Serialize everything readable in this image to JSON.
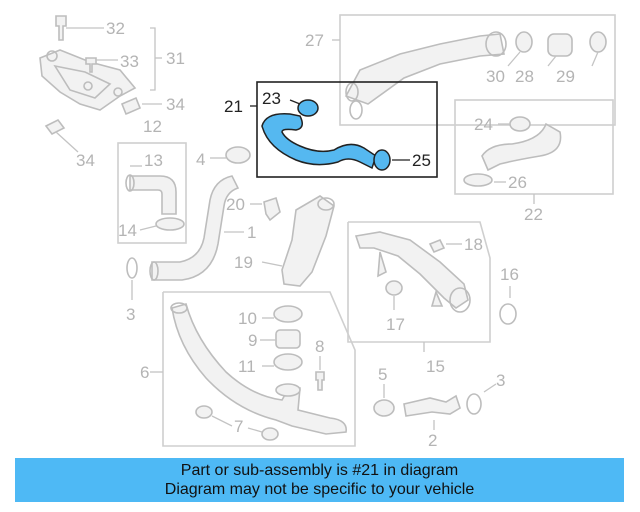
{
  "callouts": {
    "n1": "1",
    "n2": "2",
    "n3a": "3",
    "n3b": "3",
    "n4": "4",
    "n5": "5",
    "n6": "6",
    "n7": "7",
    "n8": "8",
    "n9": "9",
    "n10": "10",
    "n11": "11",
    "n12": "12",
    "n13": "13",
    "n14": "14",
    "n15": "15",
    "n16": "16",
    "n17": "17",
    "n18": "18",
    "n19": "19",
    "n20": "20",
    "n21": "21",
    "n22": "22",
    "n23": "23",
    "n24": "24",
    "n25": "25",
    "n26": "26",
    "n27": "27",
    "n28": "28",
    "n29": "29",
    "n30": "30",
    "n31": "31",
    "n32": "32",
    "n33": "33",
    "n34a": "34",
    "n34b": "34"
  },
  "banner": {
    "line1": "Part or sub-assembly is #21 in diagram",
    "line2": "Diagram may not be specific to your vehicle"
  },
  "colors": {
    "highlight": "#55b8f0",
    "banner_bg": "#4eb9f5",
    "part_gray": "#bdbdbd"
  }
}
